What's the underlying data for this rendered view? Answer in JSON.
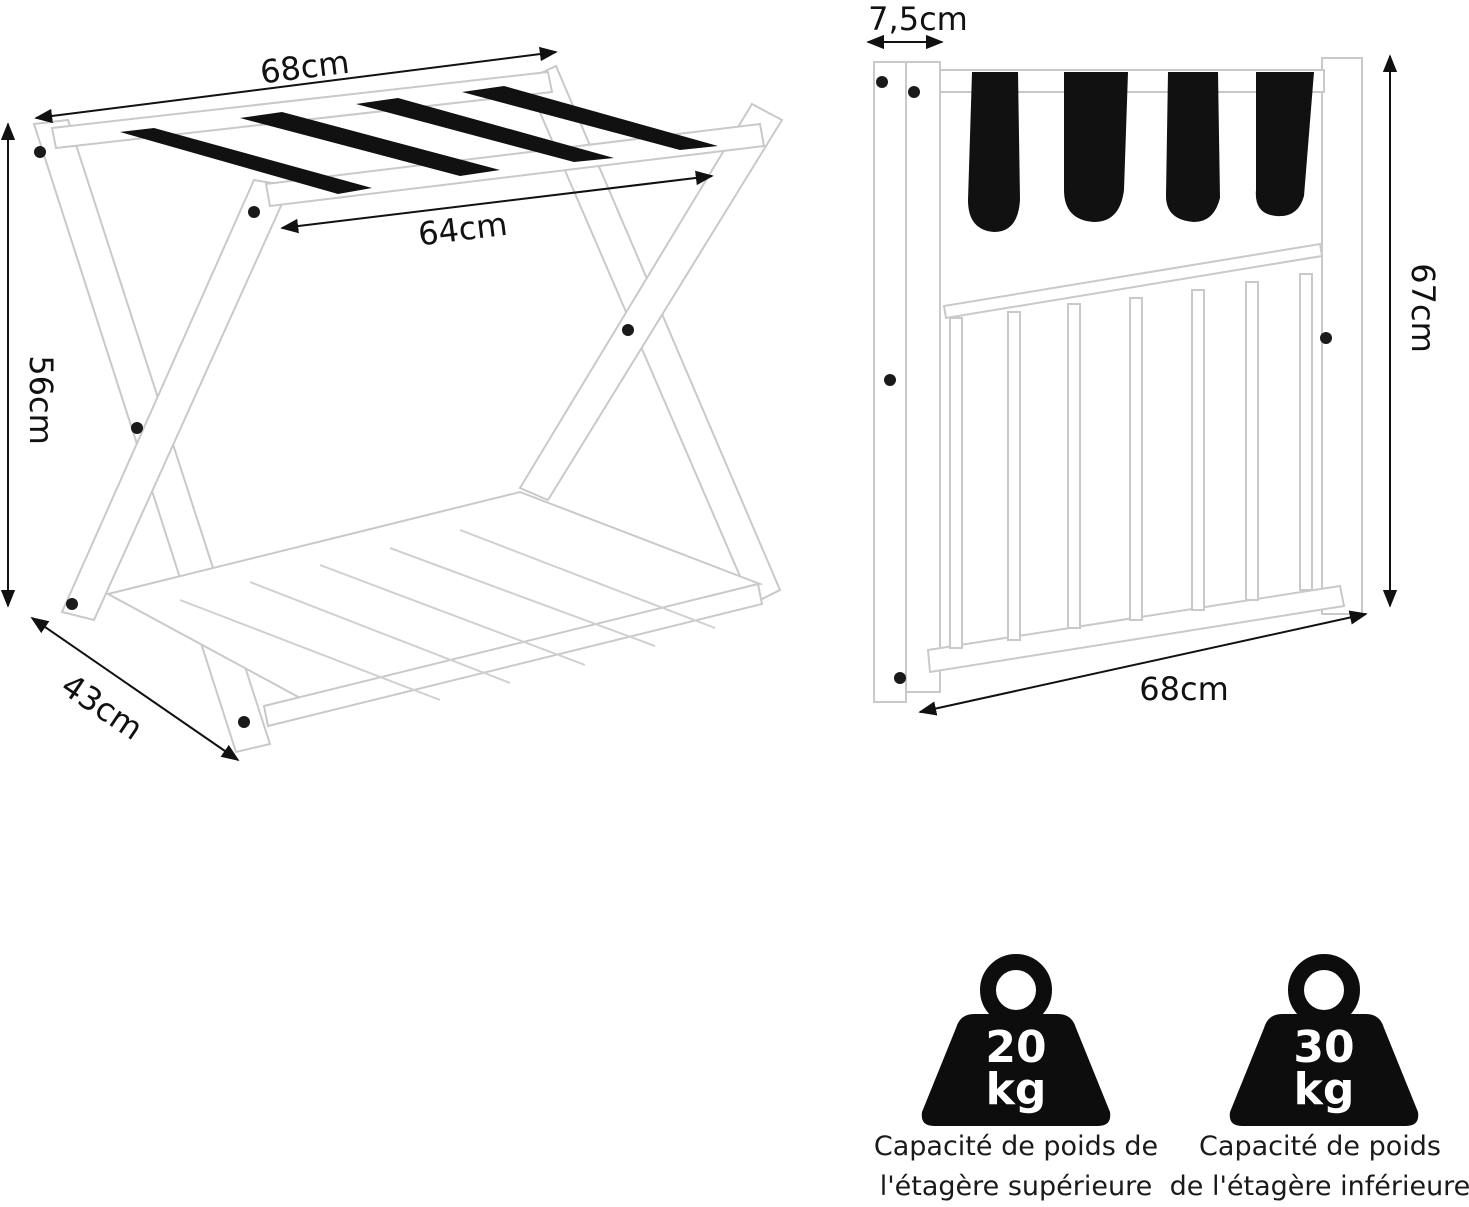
{
  "colors": {
    "frame": "#ffffff",
    "frame_stroke": "#c9c9c9",
    "strap": "#111111",
    "dimension": "#111111",
    "weight": "#0d0d0d"
  },
  "open_rack": {
    "width_top": "68cm",
    "width_inner": "64cm",
    "height": "56cm",
    "depth": "43cm"
  },
  "folded_rack": {
    "thickness": "7,5cm",
    "height": "67cm",
    "width": "68cm"
  },
  "weights": [
    {
      "value": "20",
      "unit": "kg",
      "caption_line1": "Capacité de poids de",
      "caption_line2": "l'étagère supérieure"
    },
    {
      "value": "30",
      "unit": "kg",
      "caption_line1": "Capacité de poids",
      "caption_line2": "de l'étagère inférieure"
    }
  ]
}
